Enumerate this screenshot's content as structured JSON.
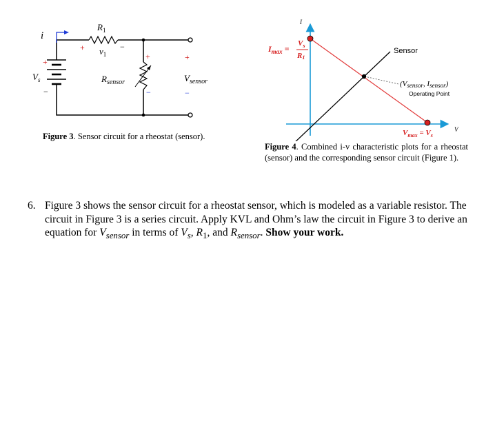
{
  "figure3": {
    "labels": {
      "current": "i",
      "r1": "R",
      "r1_sub": "1",
      "v1": "v",
      "v1_sub": "1",
      "plus": "+",
      "minus": "−",
      "vs": "V",
      "vs_sub": "s",
      "rsensor": "R",
      "rsensor_sub": "sensor",
      "vsensor": "V",
      "vsensor_sub": "sensor"
    },
    "caption": {
      "label": "Figure 3",
      "text": ". Sensor circuit for a rheostat (sensor)."
    }
  },
  "figure4": {
    "labels": {
      "i_axis": "I",
      "v_axis": "V",
      "imax": "I",
      "imax_sub": "max",
      "equals": "=",
      "vs": "V",
      "vs_sub": "s",
      "r1": "R",
      "r1_sub": "1",
      "sensor": "Sensor",
      "op_tuple": "(V",
      "op_sub1": "sensor",
      "op_mid": ", I",
      "op_sub2": "sensor",
      "op_close": ")",
      "op_point": "Operating Point",
      "vmax": "V",
      "vmax_sub": "max",
      "vmax_eq": " = V",
      "vmax_vs_sub": "s"
    },
    "caption": {
      "label": "Figure 4",
      "text": ".  Combined i-v characteristic plots for a rheostat (sensor) and the corresponding sensor circuit (Figure 1)."
    }
  },
  "question": {
    "number": "6.",
    "text1": "Figure 3 shows the sensor circuit for a rheostat sensor, which is modeled as a variable resistor.  The circuit in Figure 3 is a series circuit.  Apply KVL and Ohm’s law the circuit in Figure 3 to derive an equation for ",
    "v_sym": "V",
    "v_sub": "sensor",
    "text2": " in terms of ",
    "vs_sym": "V",
    "vs_sub": "s",
    "sep1": ", ",
    "r1_sym": "R",
    "r1_sub": "1",
    "sep2": ", and ",
    "rs_sym": "R",
    "rs_sub": "sensor",
    "text3": ".  ",
    "bold": "Show your work."
  }
}
